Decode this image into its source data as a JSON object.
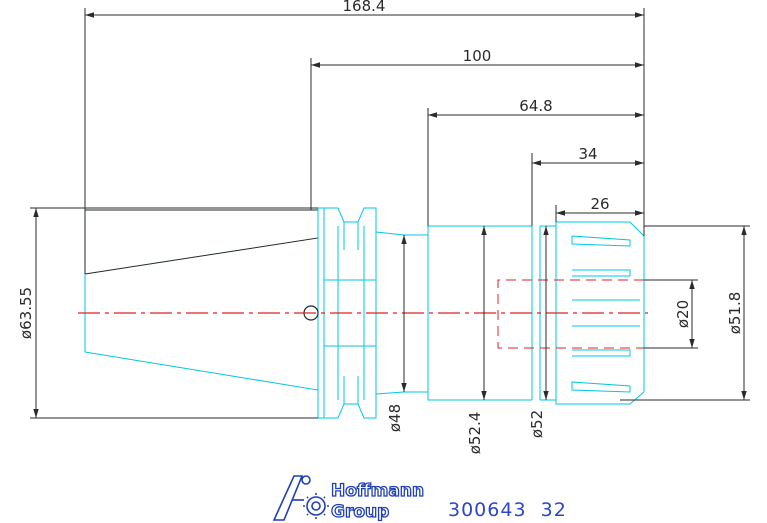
{
  "dimensions": {
    "overall_length": "168.4",
    "length_100": "100",
    "length_64_8": "64.8",
    "length_34": "34",
    "length_26": "26",
    "dia_63_55": "ø63.55",
    "dia_48": "ø48",
    "dia_52_4": "ø52.4",
    "dia_52": "ø52",
    "dia_20": "ø20",
    "dia_51_8": "ø51.8"
  },
  "logo": {
    "line1": "Hoffmann",
    "line2": "Group"
  },
  "part_number": "300643  32",
  "colors": {
    "outline_dark": "#1e2a2a",
    "outline_cyan": "#00c8e0",
    "centerline": "#e02020",
    "dimension": "#2b2b2b",
    "logo_blue": "#1f3fb8"
  }
}
